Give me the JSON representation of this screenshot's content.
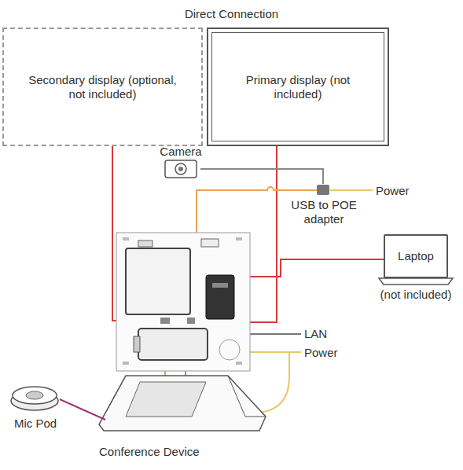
{
  "diagram": {
    "title": "Direct Connection",
    "nodes": [
      {
        "text": [
          "Secondary display (optional, not included)"
        ]
      },
      {
        "text": [
          "Primary display (not included)"
        ]
      },
      {
        "text": [
          "Camera"
        ]
      },
      {
        "text": [
          "USB to POE adapter"
        ]
      },
      {
        "text": [
          "Laptop",
          "(not included)"
        ]
      },
      {
        "text": [
          "Mic Pod"
        ]
      },
      {
        "text": [
          "Conference Device"
        ]
      }
    ],
    "edges": [
      {
        "from": 2,
        "to": 3,
        "arrow": "none"
      },
      {
        "from": 5,
        "to": 6,
        "arrow": "none"
      }
    ],
    "labels": [
      "Power",
      "LAN",
      "Power"
    ]
  }
}
